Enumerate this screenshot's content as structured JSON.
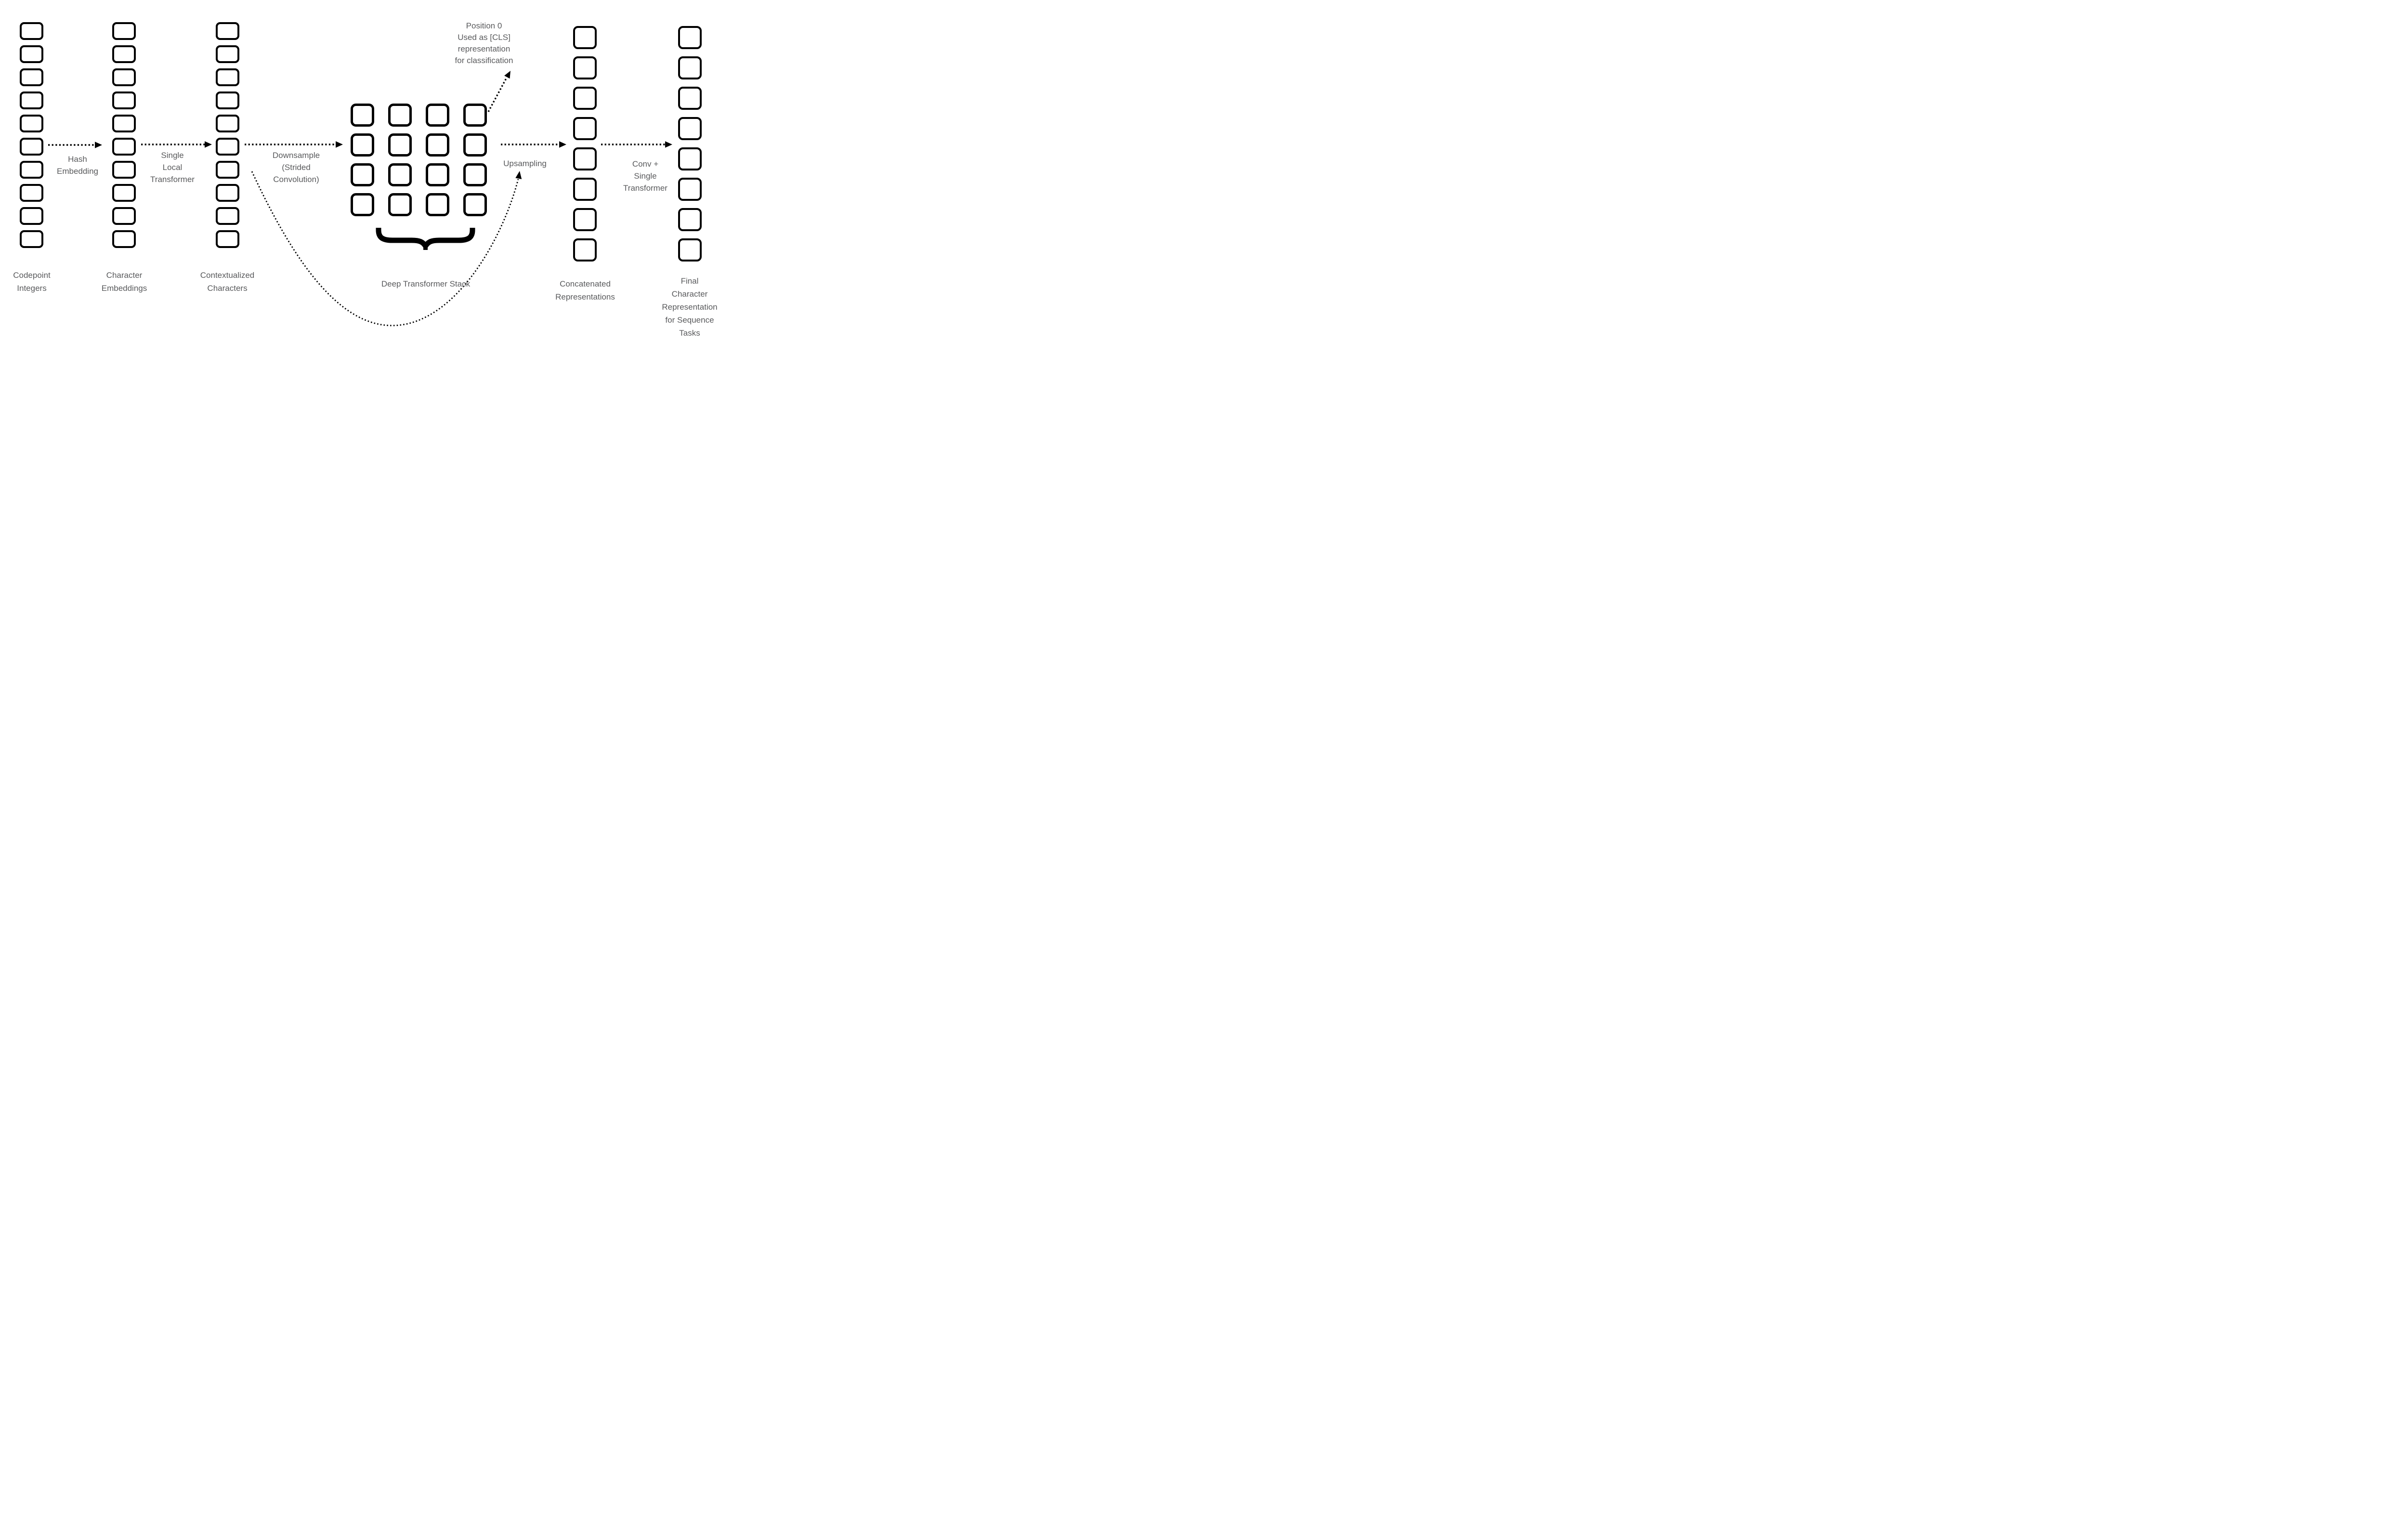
{
  "columns": [
    {
      "id": "codepoint-integers",
      "label": "Codepoint\nIntegers",
      "cells": 10
    },
    {
      "id": "character-embeddings",
      "label": "Character\nEmbeddings",
      "cells": 10
    },
    {
      "id": "contextualized-characters",
      "label": "Contextualized\nCharacters",
      "cells": 10
    },
    {
      "id": "concatenated-representations",
      "label": "Concatenated\nRepresentations",
      "cells": 8
    },
    {
      "id": "final-character-representation",
      "label": "Final\nCharacter\nRepresentation\nfor Sequence Tasks",
      "cells": 8
    }
  ],
  "grid": {
    "rows": 4,
    "cols": 4,
    "label": "Deep Transformer Stack"
  },
  "edge_labels": {
    "hash_embedding": "Hash\nEmbedding",
    "single_local_transformer": "Single\nLocal\nTransformer",
    "downsample": "Downsample\n(Strided\nConvolution)",
    "upsampling": "Upsampling",
    "conv_single_transformer": "Conv +\nSingle\nTransformer"
  },
  "annotations": {
    "cls_note": "Position 0\nUsed as [CLS]\nrepresentation\nfor classification"
  },
  "colors": {
    "background": "#ffffff",
    "box_border": "#000000",
    "label_text": "#595a5c",
    "arrow": "#000000"
  }
}
